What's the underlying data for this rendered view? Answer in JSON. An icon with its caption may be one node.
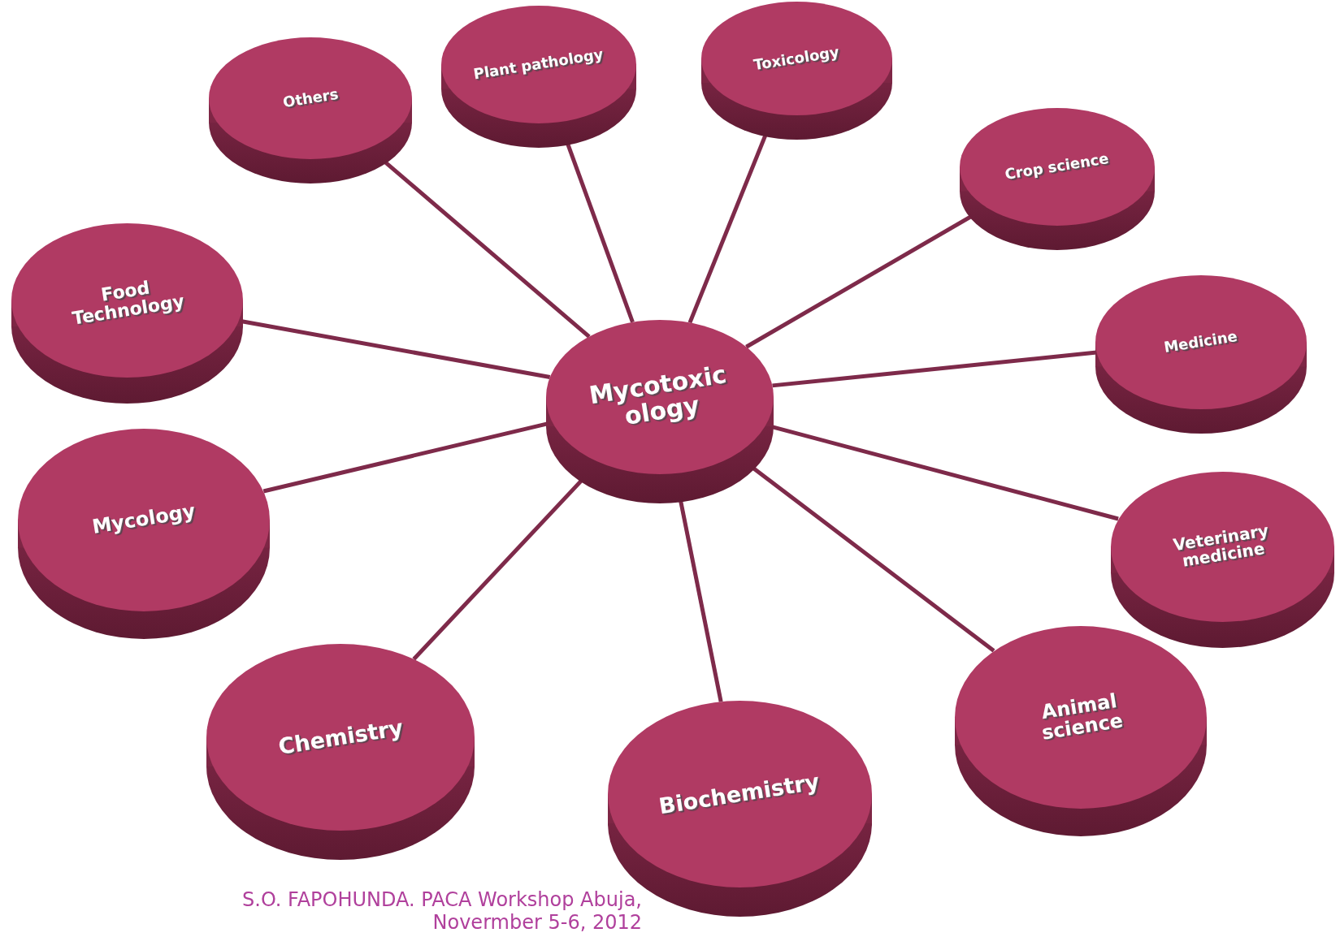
{
  "diagram": {
    "nodes": [
      {
        "text": [
          "Mycotoxic ology"
        ]
      },
      {
        "text": [
          "Others"
        ]
      },
      {
        "text": [
          "Plant pathology"
        ]
      },
      {
        "text": [
          "Toxicology"
        ]
      },
      {
        "text": [
          "Crop science"
        ]
      },
      {
        "text": [
          "Medicine"
        ]
      },
      {
        "text": [
          "Veterinary medicine"
        ]
      },
      {
        "text": [
          "Animal science"
        ]
      },
      {
        "text": [
          "Biochemistry"
        ]
      },
      {
        "text": [
          "Chemistry"
        ]
      },
      {
        "text": [
          "Mycology"
        ]
      },
      {
        "text": [
          "Food Technology"
        ]
      }
    ],
    "edges": [
      {
        "from": 0,
        "to": 1,
        "arrow": "none"
      },
      {
        "from": 0,
        "to": 2,
        "arrow": "none"
      },
      {
        "from": 0,
        "to": 3,
        "arrow": "none"
      },
      {
        "from": 0,
        "to": 4,
        "arrow": "none"
      },
      {
        "from": 0,
        "to": 5,
        "arrow": "none"
      },
      {
        "from": 0,
        "to": 6,
        "arrow": "none"
      },
      {
        "from": 0,
        "to": 7,
        "arrow": "none"
      },
      {
        "from": 0,
        "to": 8,
        "arrow": "none"
      },
      {
        "from": 0,
        "to": 9,
        "arrow": "none"
      },
      {
        "from": 0,
        "to": 10,
        "arrow": "none"
      },
      {
        "from": 0,
        "to": 11,
        "arrow": "none"
      }
    ],
    "labels": [
      "S.O. FAPOHUNDA. PACA Workshop Abuja, Novermber 5-6, 2012"
    ]
  }
}
